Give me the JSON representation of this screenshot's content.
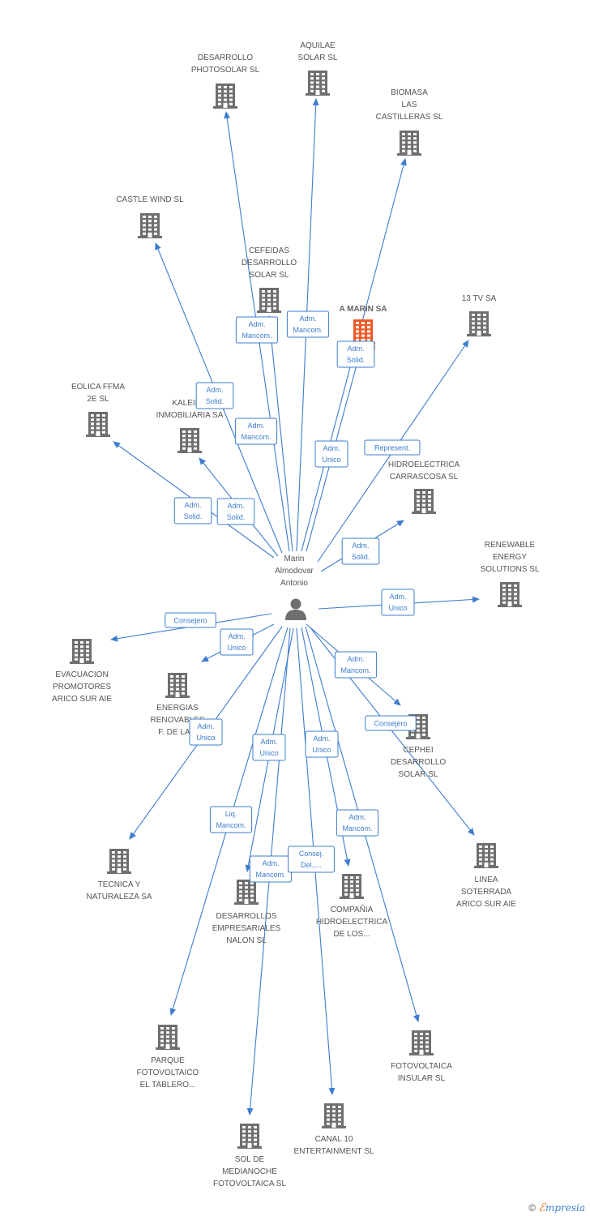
{
  "colors": {
    "edge": "#3d7ccf",
    "building": "#6f6f6f",
    "highlight": "#f05a28",
    "person": "#6f6f6f"
  },
  "person": {
    "name_lines": [
      "Marin",
      "Almodovar",
      "Antonio"
    ],
    "icon": "person-icon"
  },
  "companies": [
    {
      "id": "desarrollo-photosolar",
      "lines": [
        "DESARROLLO",
        "PHOTOSOLAR SL"
      ]
    },
    {
      "id": "aquilae-solar",
      "lines": [
        "AQUILAE",
        "SOLAR SL"
      ]
    },
    {
      "id": "biomasa-las-castilleras",
      "lines": [
        "BIOMASA",
        "LAS",
        "CASTILLERAS SL"
      ]
    },
    {
      "id": "castle-wind",
      "lines": [
        "CASTLE WIND SL"
      ]
    },
    {
      "id": "cefeidas-desarrollo-solar",
      "lines": [
        "CEFEIDAS",
        "DESARROLLO",
        "SOLAR SL"
      ]
    },
    {
      "id": "a-marin",
      "lines": [
        "A MARIN SA"
      ],
      "highlight": true
    },
    {
      "id": "13-tv",
      "lines": [
        "13 TV SA"
      ]
    },
    {
      "id": "eolica-ffma-2e",
      "lines": [
        "EOLICA FFMA",
        "2E SL"
      ]
    },
    {
      "id": "kaleido-inmobiliaria",
      "lines": [
        "KALEIDO",
        "INMOBILIARIA SA"
      ]
    },
    {
      "id": "hidroelectrica-carrascosa",
      "lines": [
        "HIDROELECTRICA",
        "CARRASCOSA SL"
      ]
    },
    {
      "id": "renewable-energy-solutions",
      "lines": [
        "RENEWABLE",
        "ENERGY",
        "SOLUTIONS  SL"
      ]
    },
    {
      "id": "evacuacion-promotores",
      "lines": [
        "EVACUACION",
        "PROMOTORES",
        "ARICO SUR AIE"
      ]
    },
    {
      "id": "energias-renovables",
      "lines": [
        "ENERGIAS",
        "RENOVABLES",
        "F.  DE LA..."
      ]
    },
    {
      "id": "cephei-desarrollo-solar",
      "lines": [
        "CEPHEI",
        "DESARROLLO",
        "SOLAR SL"
      ]
    },
    {
      "id": "tecnica-y-naturaleza",
      "lines": [
        "TECNICA Y",
        "NATURALEZA SA"
      ]
    },
    {
      "id": "desarrollos-empresariales-nalon",
      "lines": [
        "DESARROLLOS",
        "EMPRESARIALES",
        "NALON SL"
      ]
    },
    {
      "id": "compania-hidroelectrica",
      "lines": [
        "COMPAÑIA",
        "HIDROELECTRICA",
        "DE LOS..."
      ]
    },
    {
      "id": "linea-soterrada",
      "lines": [
        "LINEA",
        "SOTERRADA",
        "ARICO SUR AIE"
      ]
    },
    {
      "id": "parque-fotovoltaico",
      "lines": [
        "PARQUE",
        "FOTOVOLTAICO",
        "EL TABLERO..."
      ]
    },
    {
      "id": "fotovoltaica-insular",
      "lines": [
        "FOTOVOLTAICA",
        "INSULAR SL"
      ]
    },
    {
      "id": "canal-10",
      "lines": [
        "CANAL 10",
        "ENTERTAINMENT SL"
      ]
    },
    {
      "id": "sol-de-medianoche",
      "lines": [
        "SOL DE",
        "MEDIANOCHE",
        "FOTOVOLTAICA SL"
      ]
    }
  ],
  "relations": [
    {
      "target": "desarrollo-photosolar",
      "lines": [
        "Adm.",
        "Mancom."
      ]
    },
    {
      "target": "aquilae-solar",
      "lines": [
        "Adm.",
        "Mancom."
      ]
    },
    {
      "target": "biomasa-las-castilleras",
      "lines": [
        "Adm.",
        "Unico"
      ]
    },
    {
      "target": "castle-wind",
      "lines": [
        "Adm.",
        "Solid."
      ]
    },
    {
      "target": "cefeidas-desarrollo-solar",
      "lines": [
        "Adm.",
        "Mancom."
      ]
    },
    {
      "target": "a-marin",
      "lines": [
        "Adm.",
        "Solid."
      ]
    },
    {
      "target": "13-tv",
      "lines": [
        "Represent."
      ]
    },
    {
      "target": "eolica-ffma-2e",
      "lines": [
        "Adm.",
        "Solid."
      ]
    },
    {
      "target": "kaleido-inmobiliaria",
      "lines": [
        "Adm.",
        "Solid."
      ]
    },
    {
      "target": "hidroelectrica-carrascosa",
      "lines": [
        "Adm.",
        "Solid."
      ]
    },
    {
      "target": "renewable-energy-solutions",
      "lines": [
        "Adm.",
        "Unico"
      ]
    },
    {
      "target": "evacuacion-promotores",
      "lines": [
        "Consejero"
      ]
    },
    {
      "target": "energias-renovables",
      "lines": [
        "Adm.",
        "Unico"
      ]
    },
    {
      "target": "cephei-desarrollo-solar",
      "lines": [
        "Adm.",
        "Mancom."
      ]
    },
    {
      "target": "linea-soterrada",
      "lines": [
        "Consejero"
      ]
    },
    {
      "target": "tecnica-y-naturaleza",
      "lines": [
        "Adm.",
        "Unico"
      ]
    },
    {
      "target": "sol-de-medianoche",
      "lines": [
        "Adm.",
        "Unico"
      ]
    },
    {
      "target": "compania-hidroelectrica",
      "lines": [
        "Adm.",
        "Unico"
      ]
    },
    {
      "target": "parque-fotovoltaico",
      "lines": [
        "Liq.",
        "Mancom."
      ]
    },
    {
      "target": "desarrollos-empresariales-nalon",
      "lines": [
        "Adm.",
        "Mancom."
      ]
    },
    {
      "target": "canal-10",
      "lines": [
        "Consej.",
        "Del.,..."
      ]
    },
    {
      "target": "fotovoltaica-insular",
      "lines": [
        "Adm.",
        "Mancom."
      ]
    }
  ],
  "footer": {
    "copyright": "©",
    "brand_initial": "ℰ",
    "brand_rest": "mpresia"
  }
}
